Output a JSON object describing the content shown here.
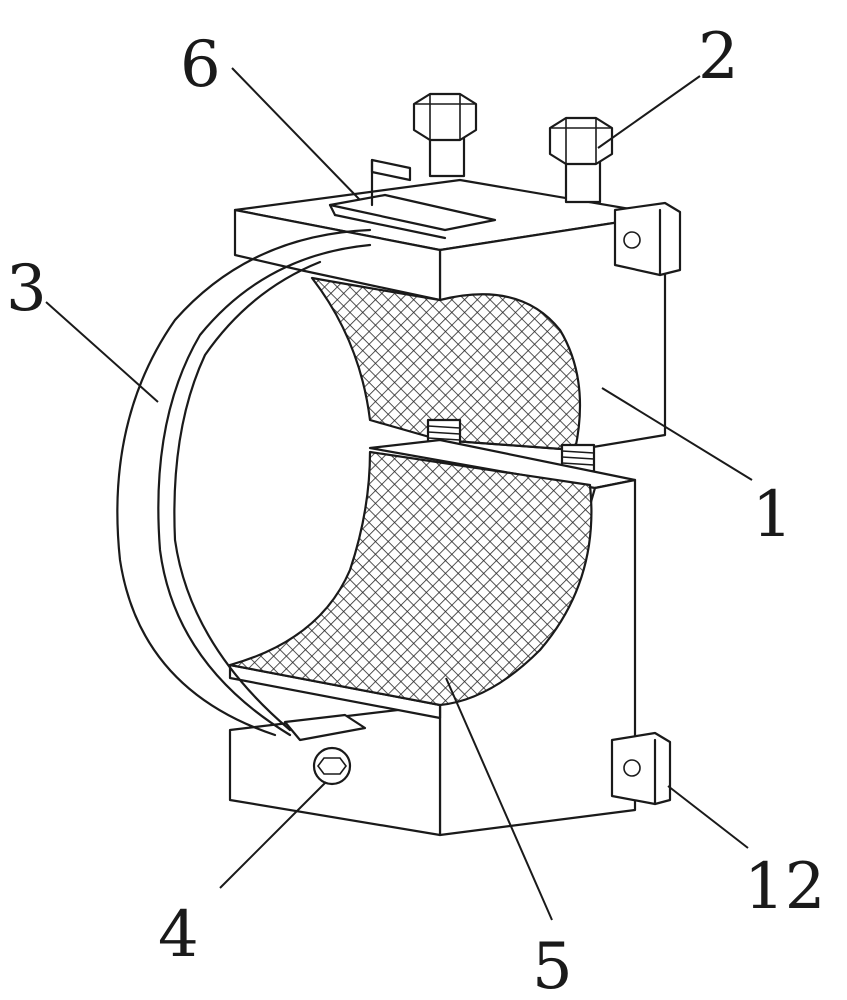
{
  "labels": {
    "body": "1",
    "bolt": "2",
    "strap": "3",
    "screw": "4",
    "pad": "5",
    "slot": "6",
    "lug": "12"
  }
}
